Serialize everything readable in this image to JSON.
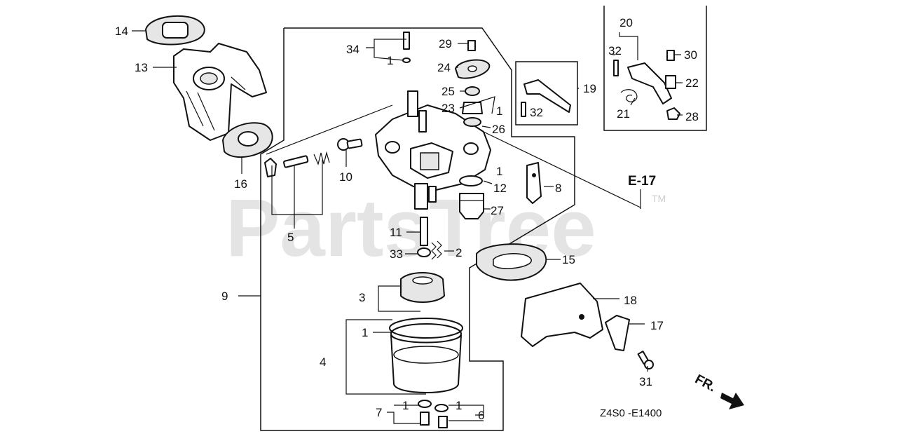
{
  "watermark": {
    "text": "PartsTree",
    "tm": "TM"
  },
  "diagram_code": "Z4S0 -E1400",
  "ref_e17": "E-17",
  "front_marker": "FR.",
  "callouts": {
    "c14": "14",
    "c13": "13",
    "c16": "16",
    "c5": "5",
    "c10": "10",
    "c9": "9",
    "c34": "34",
    "c1a": "1",
    "c29": "29",
    "c24": "24",
    "c25": "25",
    "c23": "23",
    "c1b": "1",
    "c26": "26",
    "c1c": "1",
    "c12": "12",
    "c27": "27",
    "c11": "11",
    "c33": "33",
    "c2": "2",
    "c3": "3",
    "c1d": "1",
    "c4": "4",
    "c7": "7",
    "c1e": "1",
    "c1f": "1",
    "c6": "6",
    "c19": "19",
    "c32a": "32",
    "c8": "8",
    "c20": "20",
    "c32b": "32",
    "c30": "30",
    "c22": "22",
    "c21": "21",
    "c28": "28",
    "c15": "15",
    "c18": "18",
    "c17": "17",
    "c31": "31"
  }
}
